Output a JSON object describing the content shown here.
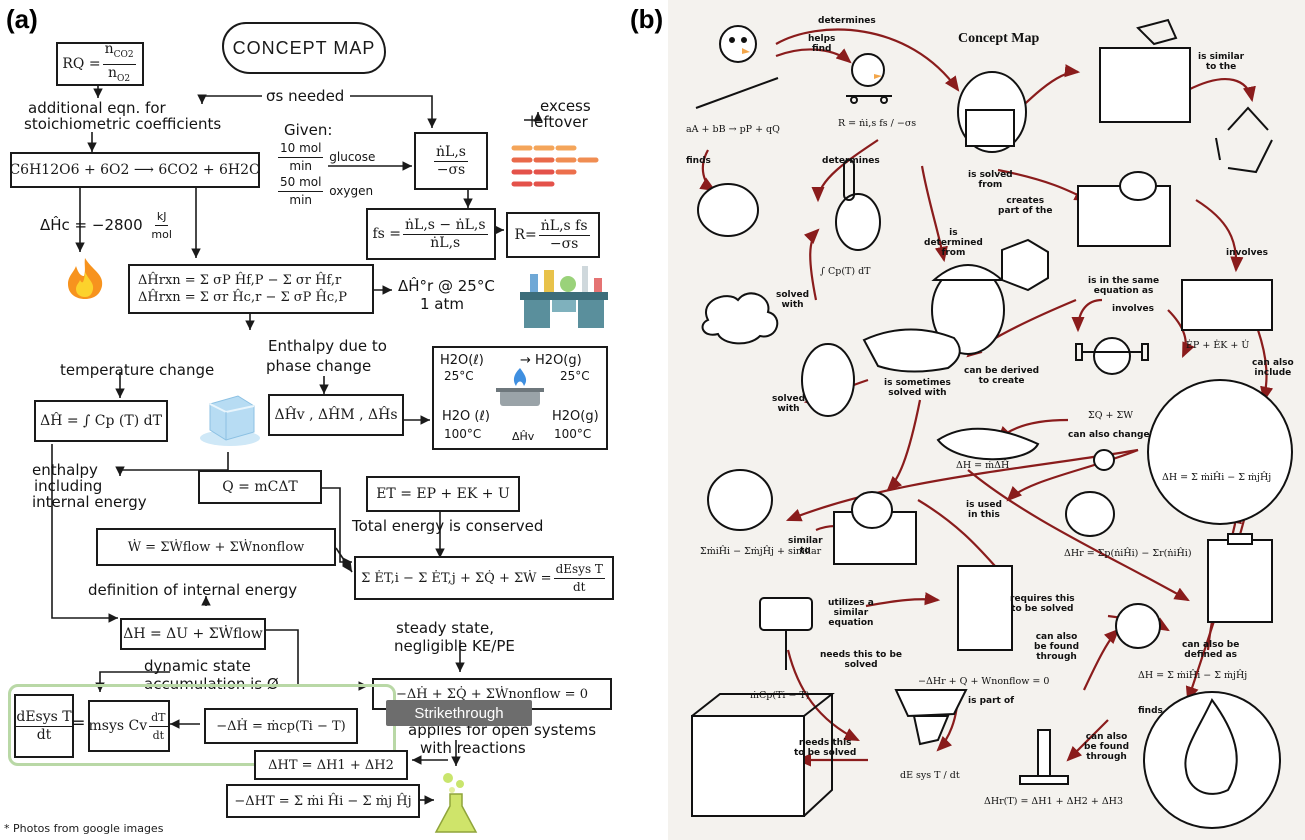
{
  "panels": {
    "a_label": "(a)",
    "b_label": "(b)"
  },
  "panel_a": {
    "title": "CONCEPT MAP",
    "rq_left": "RQ =",
    "rq_num": "n",
    "rq_num_sub": "CO2",
    "rq_den": "n",
    "rq_den_sub": "O2",
    "additional_eqn": "additional eqn. for",
    "stoich": "stoichiometric coefficients",
    "sigma_needed": "σs needed",
    "given": "Given:",
    "glucose_rate_num": "10 mol",
    "glucose_rate_den": "min",
    "glucose": "glucose",
    "oxygen_rate_num": "50 mol",
    "oxygen_rate_den": "min",
    "oxygen": "oxygen",
    "excess": "excess",
    "leftover": "leftover",
    "reaction": "C6H12O6 + 6O2 ⟶ 6CO2 + 6H2O",
    "ratio_num": "ṅL,s",
    "ratio_den": "−σs",
    "delta_hc": "ΔĤc = −2800",
    "delta_hc_units_num": "kJ",
    "delta_hc_units_den": "mol",
    "fs_left": "fs =",
    "fs_num": "ṅL,s − ṅL,s",
    "fs_den": "ṅL,s",
    "r_left": "R=",
    "r_num": "ṅL,s fs",
    "r_den": "−σs",
    "hrxn1": "ΔĤrxn = Σ σP Ĥf,P − Σ σr Ĥf,r",
    "hrxn2": "ΔĤrxn = Σ σr Ĥc,r − Σ σP Ĥc,P",
    "standard": "ΔĤ°r @ 25°C",
    "standard2": "1 atm",
    "enthalpy_due": "Enthalpy due to",
    "temp_change": "temperature change",
    "phase_change": "phase change",
    "dh_integral": "ΔĤ = ∫ Cp (T) dT",
    "latent": "ΔĤv , ΔĤM , ΔĤs",
    "phase_top_left": "H2O(ℓ)",
    "phase_top_right": "→ H2O(g)",
    "phase_t1": "25°C",
    "phase_t2": "25°C",
    "phase_bot_left": "H2O (ℓ)",
    "phase_bot_right": "H2O(g)",
    "phase_t3": "100°C",
    "phase_t4": "100°C",
    "phase_hv": "ΔĤv",
    "enthalpy_incl": "enthalpy",
    "enthalpy_incl2": "including",
    "enthalpy_incl3": "internal energy",
    "et": "ET = EP + EK + U",
    "q_mct": "Q = mCΔT",
    "total_conserved": "Total energy is conserved",
    "w_dot": "Ẇ = ΣẆflow + ΣẆnonflow",
    "energy_balance": "Σ ĖT,i − Σ ĖT,j + ΣQ̇ + ΣẆ =",
    "energy_balance_rhs_num": "dEsys T",
    "energy_balance_rhs_den": "dt",
    "def_internal": "definition of internal energy",
    "dh_du": "ΔH = ΔU + ΣẆflow",
    "steady": "steady state,",
    "negligible": "negligible KE/PE",
    "dynamic": "dynamic state",
    "accumulation": "accumulation is Ø",
    "steady_eq": "−ΔḢ + ΣQ̇ + ΣẆnonflow = 0",
    "deft_num": "dEsys T",
    "deft_den": "dt",
    "mcv": "msys Cv",
    "mcv_num": "dT",
    "mcv_den": "dt",
    "mcp": "−ΔḢ = ṁcp(Ti − T)",
    "applies": "applies for open systems",
    "with_reactions": "with reactions",
    "hess1": "ΔHT = ΔH1 + ΔH2",
    "hess2": "−ΔHT = Σ ṁi Ĥi − Σ ṁj Ĥj",
    "footer": "* Photos from google images"
  },
  "tooltip": {
    "label": "Strikethrough"
  },
  "panel_b": {
    "title": "Concept Map",
    "labels": {
      "determines_top": "determines",
      "helps_find": "helps\nfind",
      "determines_mid": "determines",
      "finds": "finds",
      "is_solved_from": "is solved\nfrom",
      "creates_part": "creates\npart of the",
      "is_determined_from": "is\ndetermined\nfrom",
      "is_similar": "is similar\nto the",
      "involves": "involves",
      "solved_with": "solved\nwith",
      "is_in_same": "is in the same\nequation as",
      "involves2": "involves",
      "can_also_include": "can also\ninclude",
      "can_be_derived": "can be derived\nto create",
      "is_sometimes": "is sometimes\nsolved with",
      "solved_with2": "solved\nwith",
      "can_also_change": "can also change",
      "is_used": "is used\nin this",
      "similar_to": "similar\nto",
      "utilizes": "utilizes a\nsimilar\nequation",
      "requires": "requires this\nto be solved",
      "can_also_found": "can also\nbe found\nthrough",
      "can_also_defined": "can also be\ndefined as",
      "needs_solved": "needs this to be\nsolved",
      "is_part_of": "is part of",
      "needs_this": "needs this\nto be solved",
      "finds2": "finds",
      "can_also_found2": "can also\nbe found\nthrough"
    },
    "equations": {
      "reaction": "aA + bB → pP + qQ",
      "rate": "R = ṅi,s fs / −σs",
      "integral": "∫ Cp(T) dT",
      "sum_energy": "ΣQ + ΣW",
      "dh_mdh": "ΔH = ṁΔĤ",
      "ep_ek_u": "ĖP + ĖK + U̇",
      "dh_sum": "ΔH = Σ ṁiĤi − Σ ṁjĤj",
      "open_sum": "ΣṁiĤi − ΣṁjĤj + similar",
      "hr_sum": "ΔHr = Σp(ṅiĤi) − Σr(ṅiĤi)",
      "steady_b": "−ΔHr + Q + Wnonflow = 0",
      "mcp_b": "ṁCp(Ti − T)",
      "dedt_b": "dE sys T / dt",
      "hess_b": "ΔHr(T) = ΔH1 + ΔH2 + ΔH3",
      "dh_b2": "ΔH = Σ ṁiĤi − Σ ṁjĤj"
    }
  }
}
